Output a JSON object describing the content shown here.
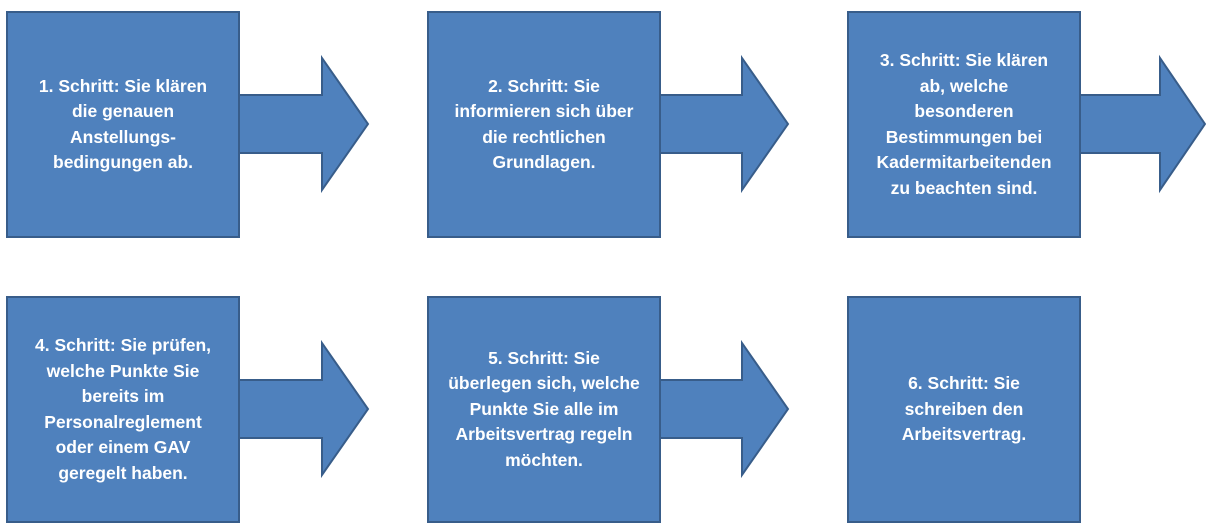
{
  "colors": {
    "fill": "#4F81BD",
    "stroke": "#385D8A",
    "text": "#FFFFFF"
  },
  "steps": [
    {
      "text": "1. Schritt: Sie klären\ndie genauen\nAnstellungs-\nbedingungen ab."
    },
    {
      "text": "2. Schritt: Sie\ninformieren sich über\ndie rechtlichen\nGrundlagen."
    },
    {
      "text": "3. Schritt: Sie klären\nab, welche\nbesonderen\nBestimmungen bei\nKadermitarbeitenden\nzu beachten sind."
    },
    {
      "text": "4. Schritt: Sie prüfen,\nwelche Punkte Sie\nbereits im\nPersonalreglement\noder einem GAV\ngeregelt haben."
    },
    {
      "text": "5. Schritt: Sie\nüberlegen sich, welche\nPunkte Sie alle im\nArbeitsvertrag regeln\nmöchten."
    },
    {
      "text": "6. Schritt: Sie\nschreiben den\nArbeitsvertrag."
    }
  ]
}
